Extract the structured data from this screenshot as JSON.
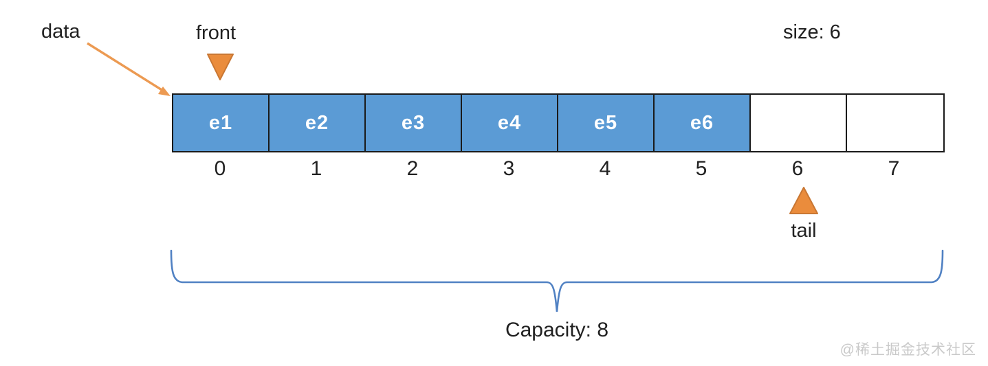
{
  "labels": {
    "data": "data",
    "front": "front",
    "size": "size: 6",
    "tail": "tail",
    "capacity": "Capacity: 8"
  },
  "array": {
    "cells": [
      {
        "index": "0",
        "value": "e1",
        "filled": true
      },
      {
        "index": "1",
        "value": "e2",
        "filled": true
      },
      {
        "index": "2",
        "value": "e3",
        "filled": true
      },
      {
        "index": "3",
        "value": "e4",
        "filled": true
      },
      {
        "index": "4",
        "value": "e5",
        "filled": true
      },
      {
        "index": "5",
        "value": "e6",
        "filled": true
      },
      {
        "index": "6",
        "value": "",
        "filled": false
      },
      {
        "index": "7",
        "value": "",
        "filled": false
      }
    ]
  },
  "pointers": {
    "front_index": 0,
    "tail_index": 6
  },
  "watermark": "@稀土掘金技术社区",
  "colors": {
    "cell_fill": "#5B9BD5",
    "cell_border": "#1A1A1A",
    "pointer_fill": "#EA8C3C",
    "pointer_stroke": "#C97733",
    "arrow": "#EC9A52",
    "brace": "#5081C3",
    "text": "#212121",
    "value_text": "#FFFFFF",
    "watermark": "#C9C9C9"
  }
}
